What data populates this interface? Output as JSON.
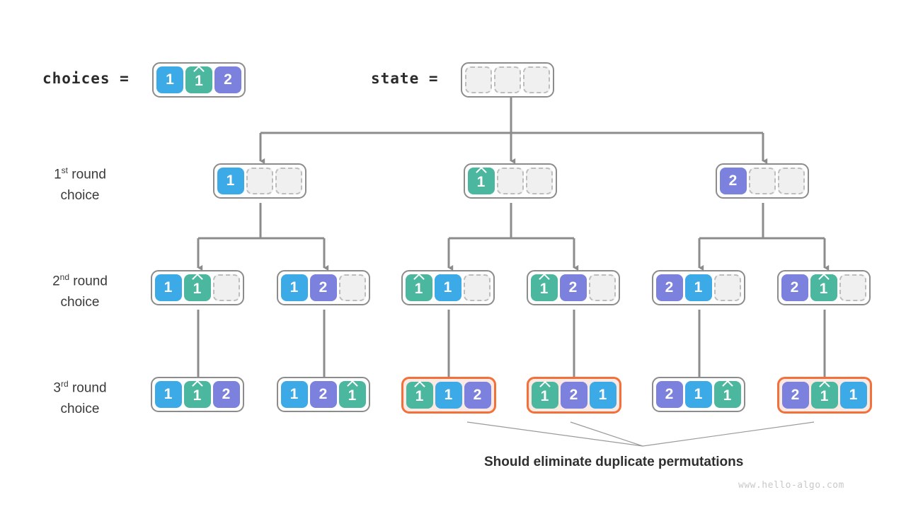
{
  "header": {
    "choices_label": "choices =",
    "state_label": "state =",
    "choices_cells": [
      {
        "v": "1",
        "t": "blue"
      },
      {
        "v": "1",
        "t": "teal",
        "hat": true
      },
      {
        "v": "2",
        "t": "purple"
      }
    ],
    "state_cells": [
      {
        "v": "",
        "t": "empty"
      },
      {
        "v": "",
        "t": "empty"
      },
      {
        "v": "",
        "t": "empty"
      }
    ]
  },
  "rows": [
    {
      "label_num": "1",
      "label_sup": "st",
      "label_word": "round",
      "label_line2": "choice",
      "nodes": [
        {
          "highlight": false,
          "cells": [
            {
              "v": "1",
              "t": "blue"
            },
            {
              "v": "",
              "t": "empty"
            },
            {
              "v": "",
              "t": "empty"
            }
          ]
        },
        {
          "highlight": false,
          "cells": [
            {
              "v": "1",
              "t": "teal",
              "hat": true
            },
            {
              "v": "",
              "t": "empty"
            },
            {
              "v": "",
              "t": "empty"
            }
          ]
        },
        {
          "highlight": false,
          "cells": [
            {
              "v": "2",
              "t": "purple"
            },
            {
              "v": "",
              "t": "empty"
            },
            {
              "v": "",
              "t": "empty"
            }
          ]
        }
      ]
    },
    {
      "label_num": "2",
      "label_sup": "nd",
      "label_word": "round",
      "label_line2": "choice",
      "nodes": [
        {
          "highlight": false,
          "cells": [
            {
              "v": "1",
              "t": "blue"
            },
            {
              "v": "1",
              "t": "teal",
              "hat": true
            },
            {
              "v": "",
              "t": "empty"
            }
          ]
        },
        {
          "highlight": false,
          "cells": [
            {
              "v": "1",
              "t": "blue"
            },
            {
              "v": "2",
              "t": "purple"
            },
            {
              "v": "",
              "t": "empty"
            }
          ]
        },
        {
          "highlight": false,
          "cells": [
            {
              "v": "1",
              "t": "teal",
              "hat": true
            },
            {
              "v": "1",
              "t": "blue"
            },
            {
              "v": "",
              "t": "empty"
            }
          ]
        },
        {
          "highlight": false,
          "cells": [
            {
              "v": "1",
              "t": "teal",
              "hat": true
            },
            {
              "v": "2",
              "t": "purple"
            },
            {
              "v": "",
              "t": "empty"
            }
          ]
        },
        {
          "highlight": false,
          "cells": [
            {
              "v": "2",
              "t": "purple"
            },
            {
              "v": "1",
              "t": "blue"
            },
            {
              "v": "",
              "t": "empty"
            }
          ]
        },
        {
          "highlight": false,
          "cells": [
            {
              "v": "2",
              "t": "purple"
            },
            {
              "v": "1",
              "t": "teal",
              "hat": true
            },
            {
              "v": "",
              "t": "empty"
            }
          ]
        }
      ]
    },
    {
      "label_num": "3",
      "label_sup": "rd",
      "label_word": "round",
      "label_line2": "choice",
      "nodes": [
        {
          "highlight": false,
          "cells": [
            {
              "v": "1",
              "t": "blue"
            },
            {
              "v": "1",
              "t": "teal",
              "hat": true
            },
            {
              "v": "2",
              "t": "purple"
            }
          ]
        },
        {
          "highlight": false,
          "cells": [
            {
              "v": "1",
              "t": "blue"
            },
            {
              "v": "2",
              "t": "purple"
            },
            {
              "v": "1",
              "t": "teal",
              "hat": true
            }
          ]
        },
        {
          "highlight": true,
          "cells": [
            {
              "v": "1",
              "t": "teal",
              "hat": true
            },
            {
              "v": "1",
              "t": "blue"
            },
            {
              "v": "2",
              "t": "purple"
            }
          ]
        },
        {
          "highlight": true,
          "cells": [
            {
              "v": "1",
              "t": "teal",
              "hat": true
            },
            {
              "v": "2",
              "t": "purple"
            },
            {
              "v": "1",
              "t": "blue"
            }
          ]
        },
        {
          "highlight": false,
          "cells": [
            {
              "v": "2",
              "t": "purple"
            },
            {
              "v": "1",
              "t": "blue"
            },
            {
              "v": "1",
              "t": "teal",
              "hat": true
            }
          ]
        },
        {
          "highlight": true,
          "cells": [
            {
              "v": "2",
              "t": "purple"
            },
            {
              "v": "1",
              "t": "teal",
              "hat": true
            },
            {
              "v": "1",
              "t": "blue"
            }
          ]
        }
      ]
    }
  ],
  "caption": "Should eliminate duplicate permutations",
  "watermark": "www.hello-algo.com",
  "colors": {
    "blue": "#3daae8",
    "teal": "#4cb79f",
    "purple": "#7b81dd",
    "empty_fill": "#f0f0f0",
    "empty_border": "#bdbdbd",
    "node_border": "#8c8c8c",
    "highlight_border": "#f4703a",
    "highlight_fill": "#fbe9e4",
    "wire": "#8c8c8c",
    "leader": "#9a9a9a",
    "text": "#2b2b2b",
    "watermark": "#c8c8c8"
  }
}
